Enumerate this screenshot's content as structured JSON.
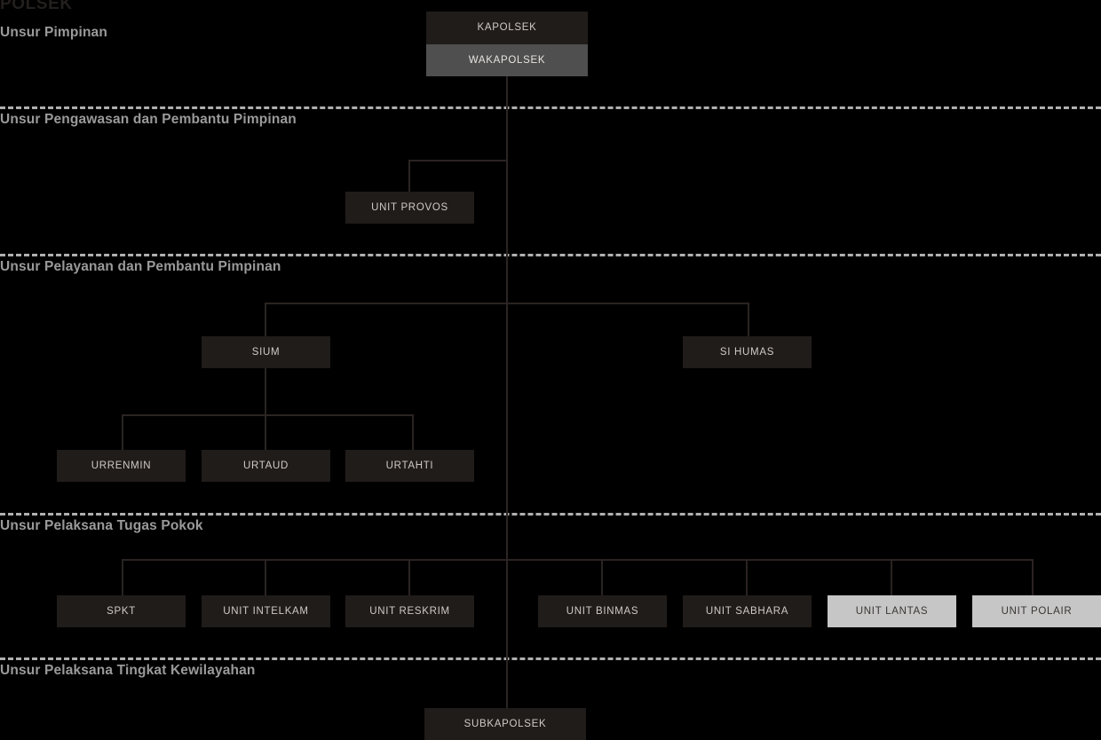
{
  "document": {
    "title": "POLSEK",
    "type": "organizational-chart",
    "background_color": "#000000"
  },
  "colors": {
    "box_dark": "#201c1a",
    "box_mid": "#4f4f4f",
    "box_light": "#c6c6c6",
    "text_light": "#cfcac6",
    "text_dark": "#3a3634",
    "section_label": "#9a9a9a",
    "connector": "#2a2422",
    "divider": "#b0b0b0"
  },
  "sections": [
    {
      "id": "pimpinan",
      "label": "Unsur Pimpinan"
    },
    {
      "id": "pengawasan",
      "label": "Unsur Pengawasan dan Pembantu Pimpinan"
    },
    {
      "id": "pelayanan",
      "label": "Unsur Pelayanan dan Pembantu Pimpinan"
    },
    {
      "id": "pelaksana-pokok",
      "label": "Unsur Pelaksana Tugas Pokok"
    },
    {
      "id": "kewilayahan",
      "label": "Unsur Pelaksana Tingkat Kewilayahan"
    }
  ],
  "nodes": {
    "kapolsek": "KAPOLSEK",
    "wakapolsek": "WAKAPOLSEK",
    "unit_provos": "UNIT PROVOS",
    "sium": "SIUM",
    "si_humas": "SI HUMAS",
    "urrenmin": "URRENMIN",
    "urtaud": "URTAUD",
    "urtahti": "URTAHTI",
    "spkt": "SPKT",
    "unit_intelkam": "UNIT INTELKAM",
    "unit_reskrim": "UNIT RESKRIM",
    "unit_binmas": "UNIT BINMAS",
    "unit_sabhara": "UNIT SABHARA",
    "unit_lantas": "UNIT LANTAS",
    "unit_polair": "UNIT POLAIR",
    "subkapolsek": "SUBKAPOLSEK"
  }
}
